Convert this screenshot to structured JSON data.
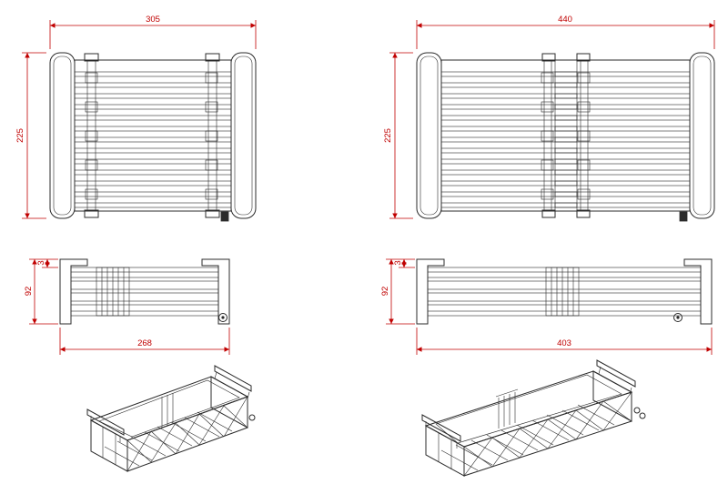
{
  "colors": {
    "dimension": "#c00000",
    "line": "#2b2b2b",
    "background": "#ffffff"
  },
  "views": {
    "top_retracted": {
      "width": "305",
      "depth": "225"
    },
    "top_extended": {
      "width": "440",
      "depth": "225"
    },
    "side_retracted": {
      "lip": "3",
      "height": "92",
      "length": "268"
    },
    "side_extended": {
      "lip": "3",
      "height": "92",
      "length": "403"
    }
  }
}
